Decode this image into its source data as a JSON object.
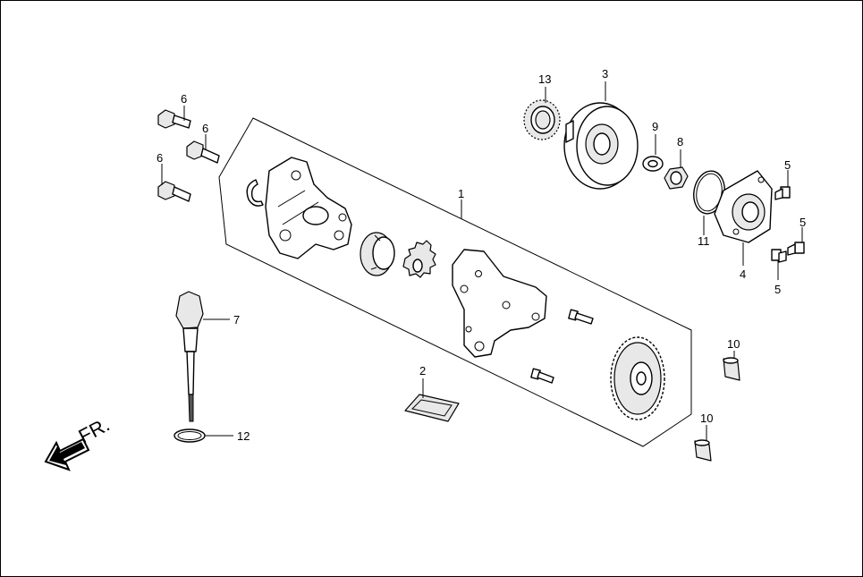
{
  "diagram": {
    "direction_label": "FR.",
    "callouts": [
      "1",
      "2",
      "3",
      "4",
      "5",
      "5",
      "5",
      "6",
      "6",
      "6",
      "7",
      "8",
      "9",
      "10",
      "10",
      "11",
      "12",
      "13"
    ]
  }
}
